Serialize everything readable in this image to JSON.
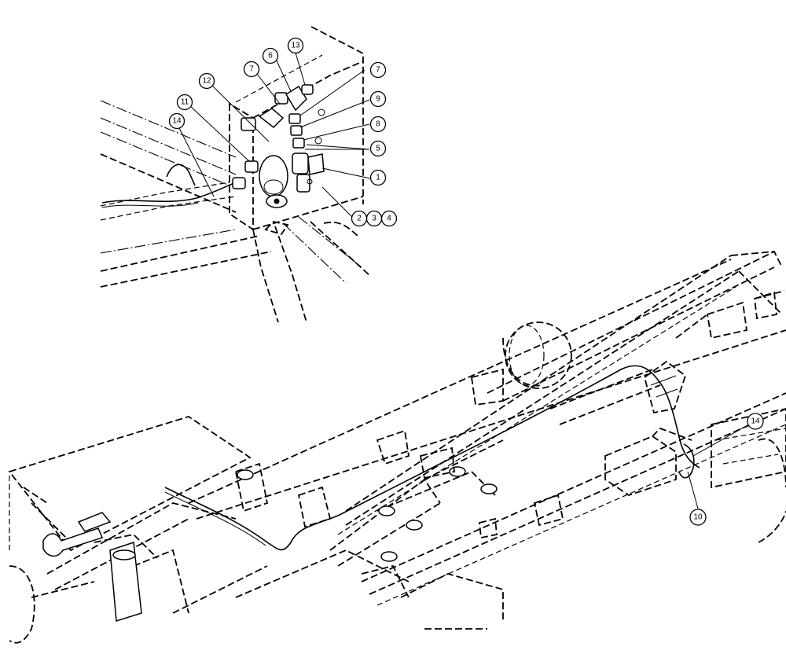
{
  "callouts": [
    {
      "id": "c1",
      "label": "1"
    },
    {
      "id": "c2",
      "label": "2"
    },
    {
      "id": "c3",
      "label": "3"
    },
    {
      "id": "c4",
      "label": "4"
    },
    {
      "id": "c5",
      "label": "5"
    },
    {
      "id": "c6",
      "label": "6"
    },
    {
      "id": "c7a",
      "label": "7"
    },
    {
      "id": "c7b",
      "label": "7"
    },
    {
      "id": "c8",
      "label": "8"
    },
    {
      "id": "c9",
      "label": "9"
    },
    {
      "id": "c10",
      "label": "10"
    },
    {
      "id": "c11",
      "label": "11"
    },
    {
      "id": "c12",
      "label": "12"
    },
    {
      "id": "c13",
      "label": "13"
    },
    {
      "id": "c14a",
      "label": "14"
    },
    {
      "id": "c14b",
      "label": "14"
    }
  ]
}
